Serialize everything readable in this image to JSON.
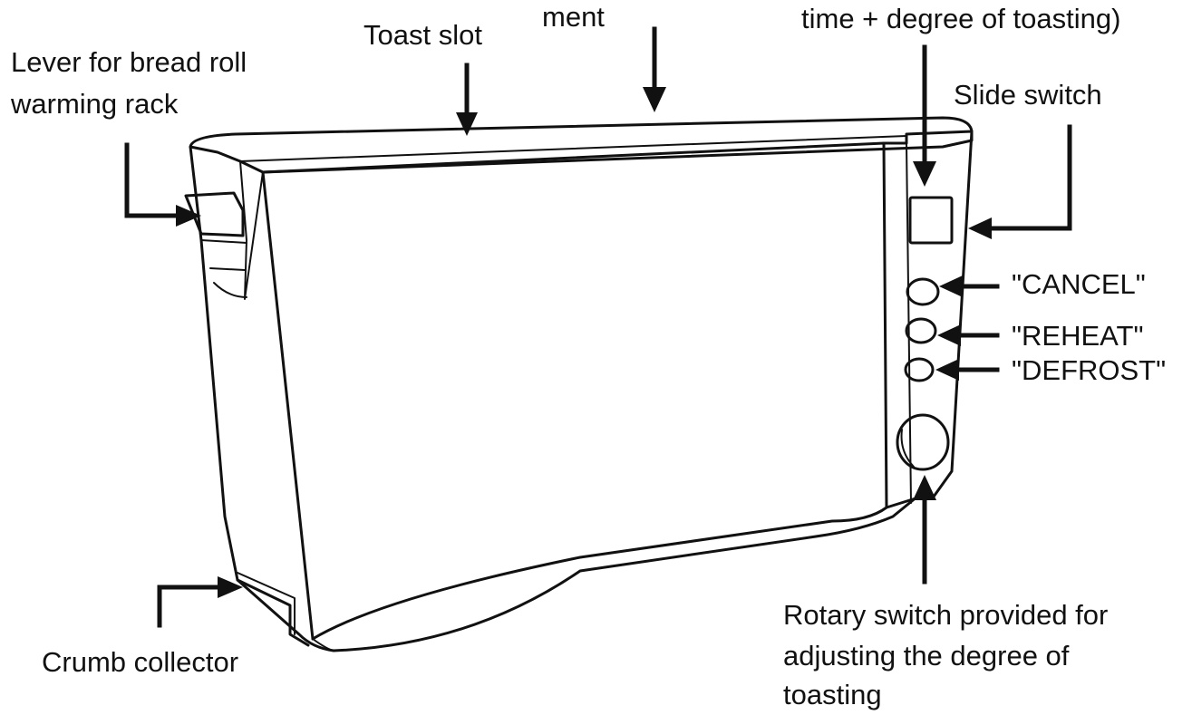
{
  "labels": {
    "lever": [
      "Lever for bread roll",
      "warming rack"
    ],
    "toast_slot": "Toast slot",
    "ment": "ment",
    "time_degree": "time + degree of toasting)",
    "slide_switch": "Slide switch",
    "cancel": "\"CANCEL\"",
    "reheat": "\"REHEAT\"",
    "defrost": "\"DEFROST\"",
    "crumb_collector": "Crumb collector",
    "rotary": [
      "Rotary switch provided for",
      "adjusting the degree of",
      "toasting"
    ]
  },
  "colors": {
    "ink": "#111111",
    "background": "#ffffff"
  }
}
